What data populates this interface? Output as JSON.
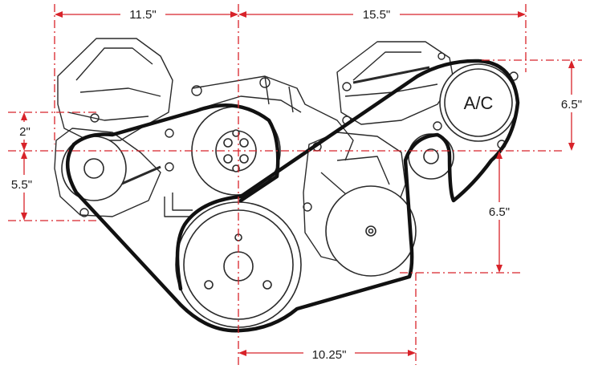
{
  "dimensions": {
    "top_left": "11.5\"",
    "top_right": "15.5\"",
    "left_upper": "2\"",
    "left_lower": "5.5\"",
    "right_upper": "6.5\"",
    "right_lower": "6.5\"",
    "bottom": "10.25\""
  },
  "labels": {
    "ac": "A/C"
  },
  "colors": {
    "dimension": "#d8232a",
    "line_art": "#2a2a2a",
    "belt": "#111111"
  }
}
